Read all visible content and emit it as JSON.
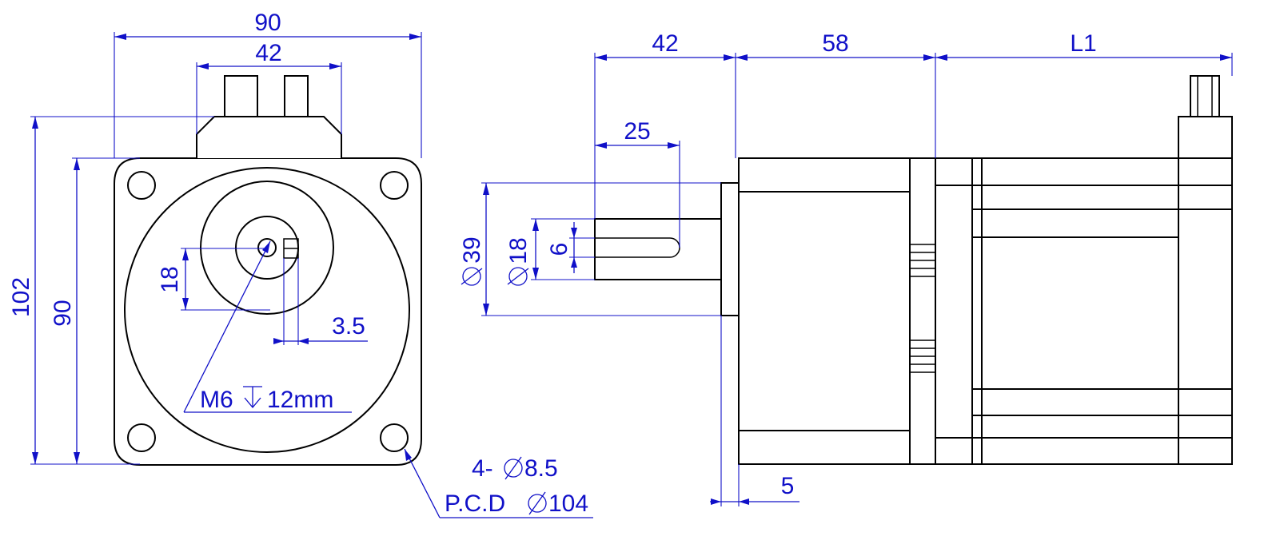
{
  "colors": {
    "outline": "#000000",
    "dimension": "#1010c8",
    "background": "#ffffff"
  },
  "front_view": {
    "width_label": "90",
    "connector_width_label": "42",
    "total_height_label": "102",
    "height_label": "90",
    "key_offset_label": "18",
    "key_width_label": "3.5",
    "tap_label": "M6",
    "tap_depth_label": "12mm",
    "holes_label": "4-",
    "holes_dia_label": "8.5",
    "pcd_label": "P.C.D",
    "pcd_dia_label": "104"
  },
  "side_view": {
    "shaft_length_label": "42",
    "keyway_length_label": "25",
    "body_length_label": "58",
    "encoder_length_label": "L1",
    "pilot_dia_label": "39",
    "shaft_dia_label": "18",
    "key_width_label": "6",
    "pilot_thickness_label": "5"
  }
}
